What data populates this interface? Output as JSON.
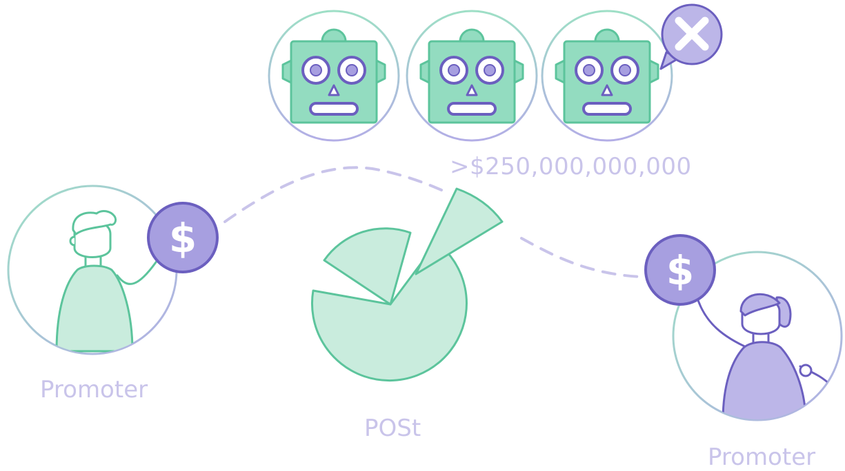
{
  "labels": {
    "left_promoter": "Promoter",
    "center": "POSt",
    "right_promoter": "Promoter",
    "amount": ">$250,000,000,000"
  },
  "icons": {
    "coin_symbol": "$",
    "reject_symbol": "✕"
  },
  "colors": {
    "mint_fill": "#c9ecdd",
    "mint_stroke": "#5cc49c",
    "robot_fill": "#93dcc0",
    "lavender_fill": "#bcb6e8",
    "purple_stroke": "#6b5fbf",
    "coin_fill": "#a79fe0",
    "dash": "#c9c4ea",
    "label_text": "#c9c4ea"
  }
}
